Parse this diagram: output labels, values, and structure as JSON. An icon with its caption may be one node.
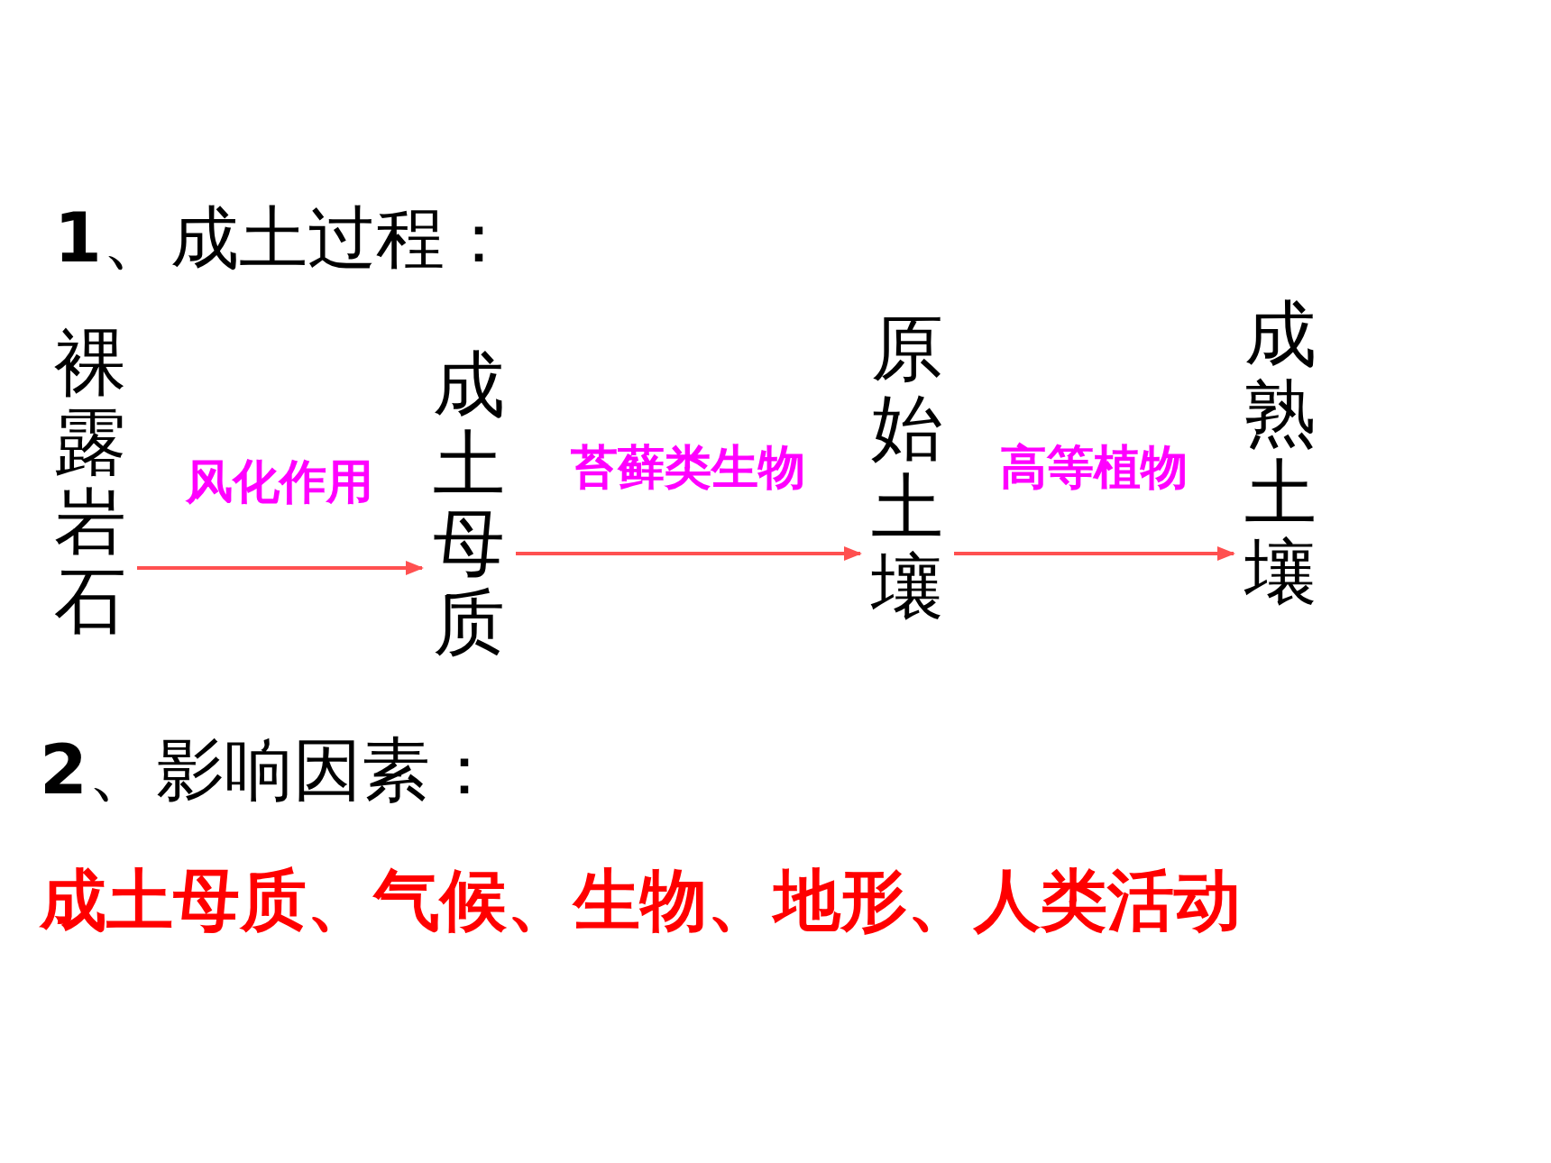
{
  "diagram": {
    "title": "**1**、成土过程：",
    "nodes": [
      {
        "text": [
          "裸露岩石"
        ]
      },
      {
        "text": [
          "成土母质"
        ]
      },
      {
        "text": [
          "原始土壤"
        ]
      },
      {
        "text": [
          "成熟土壤"
        ]
      }
    ],
    "edges": [
      {
        "from": 0,
        "to": 1,
        "arrow": "to",
        "label": "风化作用"
      },
      {
        "from": 1,
        "to": 2,
        "arrow": "to",
        "label": "苔藓类生物"
      },
      {
        "from": 2,
        "to": 3,
        "arrow": "to",
        "label": "高等植物"
      }
    ],
    "labels": [
      "**2**、影响因素：",
      "成土母质、气候、生物、地形、人类活动"
    ]
  }
}
